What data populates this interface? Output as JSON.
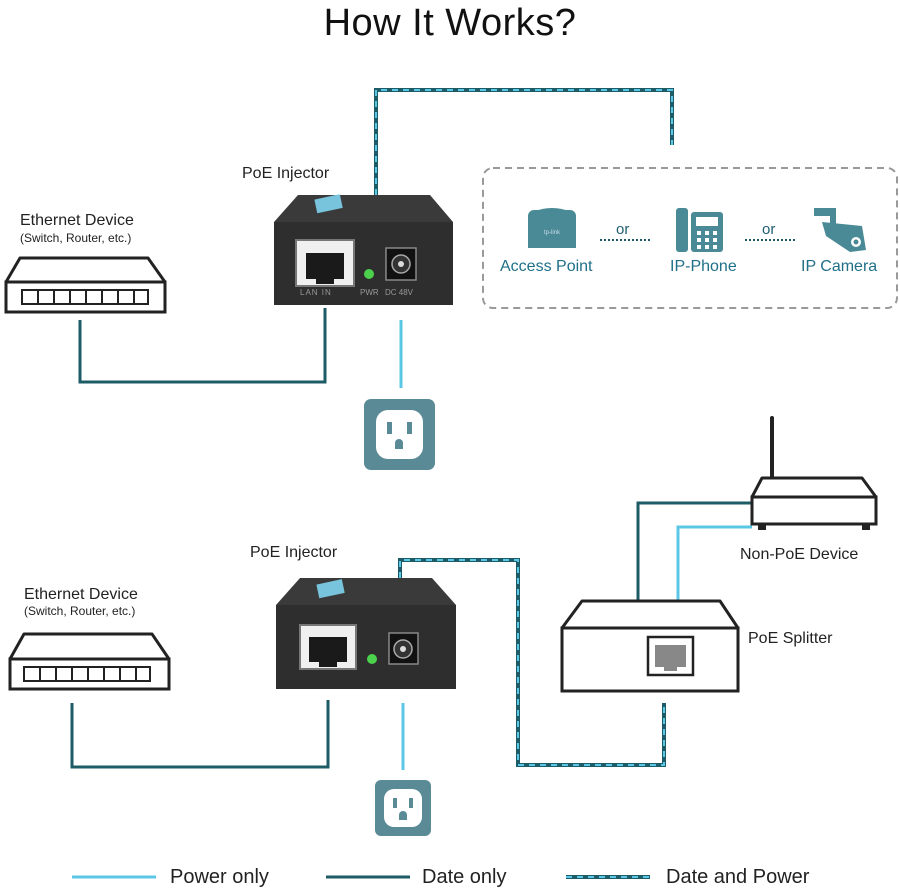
{
  "title": "How It Works?",
  "top": {
    "injector_label": "PoE Injector",
    "ethernet_title": "Ethernet Device",
    "ethernet_sub": "(Switch, Router, etc.)",
    "port_labels": [
      "LAN IN",
      "PWR",
      "DC 48V"
    ],
    "devices": [
      "Access Point",
      "IP-Phone",
      "IP Camera"
    ],
    "or_label": "or",
    "brand": "tp-link"
  },
  "bottom": {
    "injector_label": "PoE Injector",
    "ethernet_title": "Ethernet Device",
    "ethernet_sub": "(Switch, Router, etc.)",
    "non_poe_label": "Non-PoE Device",
    "splitter_label": "PoE Splitter"
  },
  "legend": [
    {
      "label": "Power only",
      "style": "solid",
      "color": "#5bc7e6"
    },
    {
      "label": "Date only",
      "style": "solid",
      "color": "#1d5b66"
    },
    {
      "label": "Date and Power",
      "style": "dashed",
      "color": "#1d5b66"
    }
  ],
  "colors": {
    "power": "#5bc7e6",
    "data": "#1d5b66",
    "outlet": "#5a8a95",
    "device_teal": "#4a8a96",
    "injector": "#2a2a2a"
  }
}
